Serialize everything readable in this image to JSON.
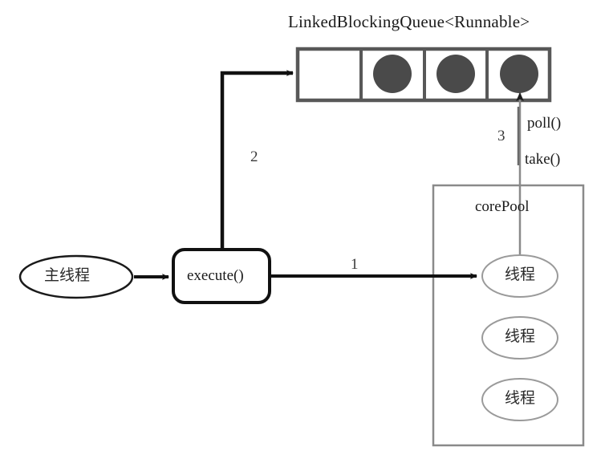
{
  "diagram": {
    "title": "LinkedBlockingQueue<Runnable>",
    "queue": {
      "name": "LinkedBlockingQueue<Runnable>",
      "cells": [
        {
          "filled": false,
          "task": ""
        },
        {
          "filled": true,
          "task": "task"
        },
        {
          "filled": true,
          "task": "task"
        },
        {
          "filled": true,
          "task": "task"
        }
      ],
      "cell_fill_color": "#4a4a4a",
      "border_color": "#555555"
    },
    "main_thread": {
      "label": "主线程"
    },
    "execute_box": {
      "label": "execute()"
    },
    "core_pool": {
      "label": "corePool",
      "border_color": "#808080",
      "threads": [
        {
          "label": "线程"
        },
        {
          "label": "线程"
        },
        {
          "label": "线程"
        }
      ]
    },
    "edges": [
      {
        "id": "edge-1",
        "label": "1",
        "from": "execute()",
        "to": "线程",
        "color": "#111111"
      },
      {
        "id": "edge-2",
        "label": "2",
        "from": "execute()",
        "to": "LinkedBlockingQueue<Runnable>",
        "color": "#111111"
      },
      {
        "id": "edge-3",
        "label": "3",
        "from": "线程",
        "to": "LinkedBlockingQueue<Runnable>",
        "color": "#777777"
      },
      {
        "id": "edge-main",
        "label": "",
        "from": "主线程",
        "to": "execute()",
        "color": "#111111"
      }
    ],
    "annotations": [
      {
        "id": "poll",
        "text": "poll()"
      },
      {
        "id": "take",
        "text": "take()"
      }
    ]
  }
}
